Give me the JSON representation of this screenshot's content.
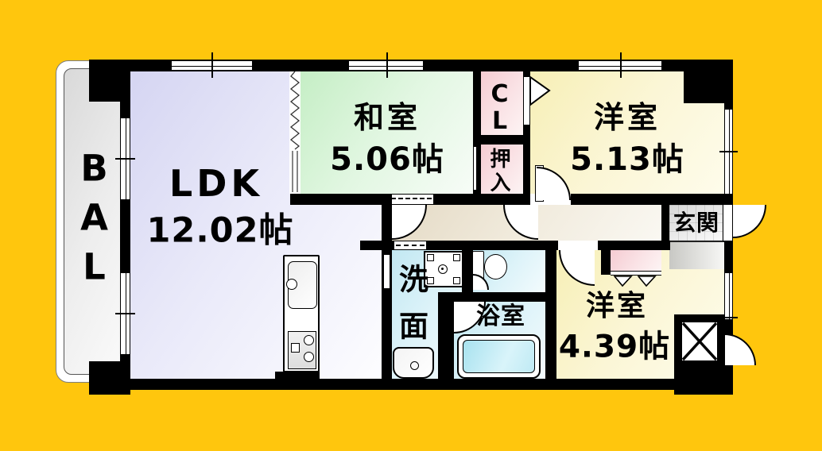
{
  "floorplan": {
    "background_color": "#ffc60d",
    "wall_color": "#000000",
    "rooms": {
      "bal": {
        "l1": "B",
        "l2": "A",
        "l3": "L",
        "fill": "#e6e6e6"
      },
      "ldk": {
        "name": "LDK",
        "size": "12.02帖",
        "fill": "#dcdcf4"
      },
      "washitsu": {
        "name": "和室",
        "size": "5.06帖",
        "fill": "#c9efc9"
      },
      "cl": {
        "l1": "C",
        "l2": "L",
        "fill": "#f5cbd2"
      },
      "oshiire": {
        "l1": "押",
        "l2": "入",
        "fill": "#f5cbd2"
      },
      "yoshitsu_upper": {
        "name": "洋室",
        "size": "5.13帖",
        "fill": "#f8f0bd"
      },
      "genkan": {
        "name": "玄関",
        "fill": "#e3e3e3"
      },
      "hallway": {
        "fill": "#e7ddc9"
      },
      "senmen": {
        "l1": "洗",
        "l2": "面",
        "fill": "#c6eaf3"
      },
      "yokushitsu": {
        "name": "浴室",
        "fill": "#c6eaf3"
      },
      "yoshitsu_lower": {
        "name": "洋室",
        "size": "4.39帖",
        "fill": "#f8f0bd"
      }
    },
    "fixtures": {
      "kitchen_sink": "kitchen-sink",
      "gas_stove": "gas-stove",
      "washing_machine": "washing-machine-pan",
      "vanity": "vanity-sink",
      "toilet": "toilet",
      "bathtub": "bathtub",
      "closet_hangers": "closet-hanger-marks",
      "pipe_shaft": "pipe-shaft-x",
      "entry_door": "entry-door-swing",
      "window": "double-sash-window",
      "sliding_partition": "accordion-partition",
      "fusuma": "sliding-door-dashed"
    }
  }
}
